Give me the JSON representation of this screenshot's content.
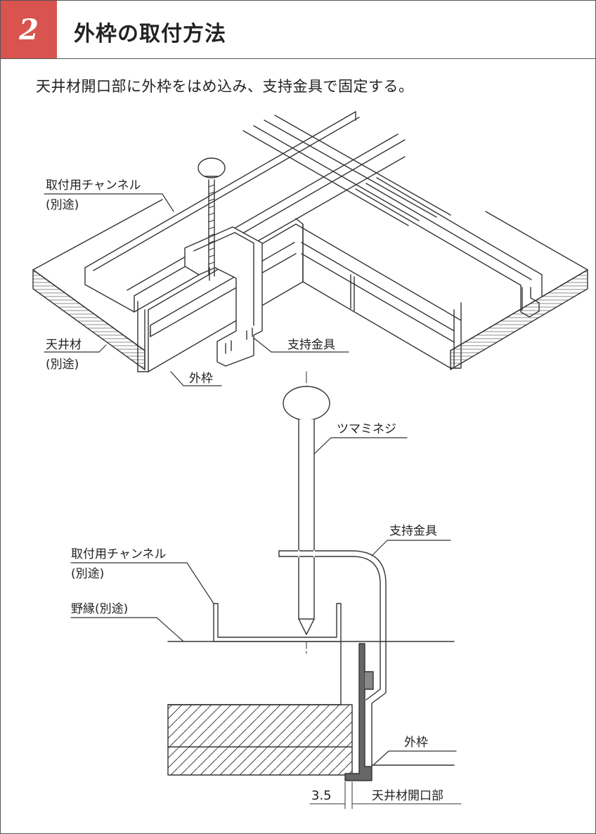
{
  "header": {
    "step_number": "2",
    "title": "外枠の取付方法"
  },
  "instruction": "天井材開口部に外枠をはめ込み、支持金具で固定する。",
  "iso_labels": {
    "channel": "取付用チャンネル",
    "channel_note": "(別途)",
    "ceiling": "天井材",
    "ceiling_note": "(別途)",
    "frame": "外枠",
    "bracket": "支持金具"
  },
  "section_labels": {
    "screw": "ツマミネジ",
    "bracket": "支持金具",
    "channel": "取付用チャンネル",
    "channel_note": "(別途)",
    "joist": "野縁(別途)",
    "frame": "外枠",
    "dimension": "3.5",
    "opening": "天井材開口部"
  },
  "colors": {
    "accent": "#d9534f",
    "line": "#333333"
  }
}
